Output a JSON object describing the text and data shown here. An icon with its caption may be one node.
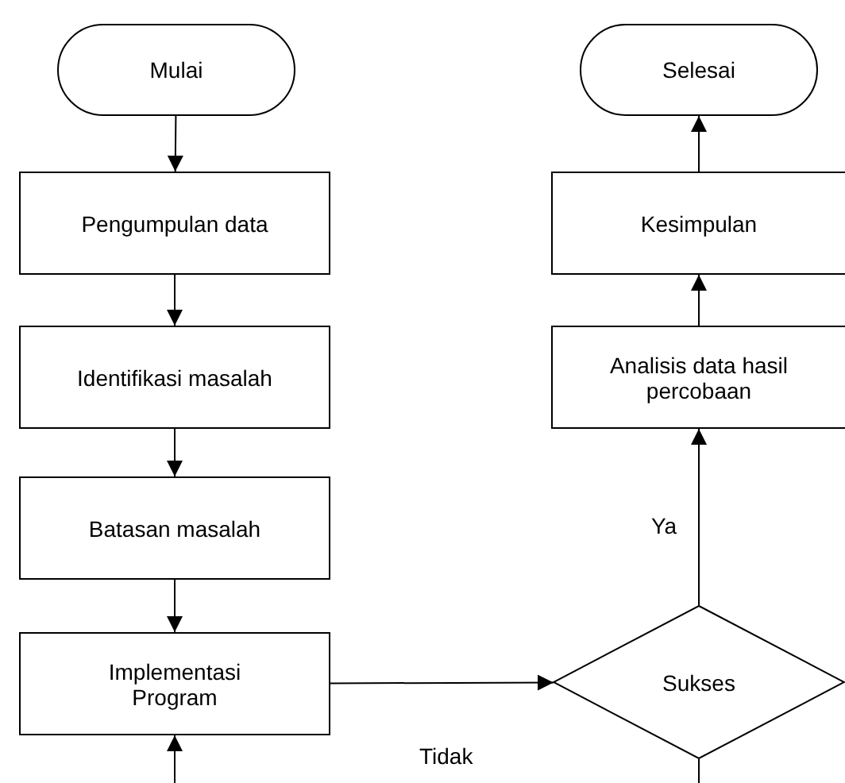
{
  "diagram": {
    "nodes": [
      {
        "text": [
          "Mulai"
        ]
      },
      {
        "text": [
          "Pengumpulan data"
        ]
      },
      {
        "text": [
          "Identifikasi masalah"
        ]
      },
      {
        "text": [
          "Batasan masalah"
        ]
      },
      {
        "text": [
          "Implementasi Program"
        ]
      },
      {
        "text": [
          "Sukses"
        ]
      },
      {
        "text": [
          "Analisis data hasil percobaan"
        ]
      },
      {
        "text": [
          "Kesimpulan"
        ]
      },
      {
        "text": [
          "Selesai"
        ]
      }
    ],
    "edges": [
      {
        "from": 0,
        "to": 1,
        "arrow": "to"
      },
      {
        "from": 1,
        "to": 2,
        "arrow": "to"
      },
      {
        "from": 2,
        "to": 3,
        "arrow": "to"
      },
      {
        "from": 3,
        "to": 4,
        "arrow": "to"
      },
      {
        "from": 4,
        "to": 5,
        "arrow": "to"
      },
      {
        "from": 5,
        "to": 6,
        "arrow": "to",
        "label": "Ya"
      },
      {
        "from": 6,
        "to": 7,
        "arrow": "to"
      },
      {
        "from": 7,
        "to": 8,
        "arrow": "to"
      },
      {
        "from": 5,
        "to": null,
        "arrow": "none"
      },
      {
        "from": null,
        "to": 4,
        "arrow": "to"
      }
    ],
    "labels": [
      "Tidak"
    ]
  }
}
